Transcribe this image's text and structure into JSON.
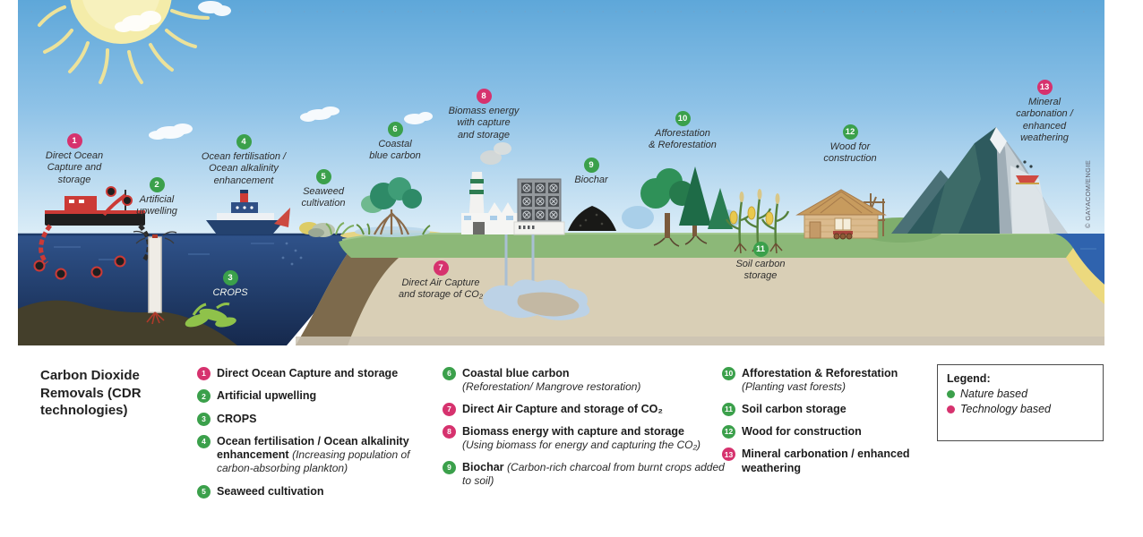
{
  "colors": {
    "nature": "#3BA04B",
    "technology": "#D6326E"
  },
  "scene": {
    "markers": [
      {
        "num": "1",
        "type": "technology",
        "label": "Direct Ocean\nCapture and\nstorage"
      },
      {
        "num": "2",
        "type": "nature",
        "label": "Artificial\nupwelling"
      },
      {
        "num": "3",
        "type": "nature",
        "label": "CROPS"
      },
      {
        "num": "4",
        "type": "nature",
        "label": "Ocean fertilisation /\nOcean alkalinity\nenhancement"
      },
      {
        "num": "5",
        "type": "nature",
        "label": "Seaweed\ncultivation"
      },
      {
        "num": "6",
        "type": "nature",
        "label": "Coastal\nblue carbon"
      },
      {
        "num": "7",
        "type": "technology",
        "label": "Direct Air Capture\nand storage of CO₂"
      },
      {
        "num": "8",
        "type": "technology",
        "label": "Biomass energy\nwith capture\nand storage"
      },
      {
        "num": "9",
        "type": "nature",
        "label": "Biochar"
      },
      {
        "num": "10",
        "type": "nature",
        "label": "Afforestation\n& Reforestation"
      },
      {
        "num": "11",
        "type": "nature",
        "label": "Soil carbon\nstorage"
      },
      {
        "num": "12",
        "type": "nature",
        "label": "Wood for\nconstruction"
      },
      {
        "num": "13",
        "type": "technology",
        "label": "Mineral\ncarbonation /\nenhanced\nweathering"
      }
    ],
    "copyright": "© GAYACOM/ENGIE"
  },
  "panel": {
    "heading": "Carbon Dioxide\nRemovals (CDR\ntechnologies)",
    "items": [
      {
        "num": "1",
        "type": "technology",
        "name": "Direct Ocean Capture and storage",
        "desc": ""
      },
      {
        "num": "2",
        "type": "nature",
        "name": "Artificial upwelling",
        "desc": ""
      },
      {
        "num": "3",
        "type": "nature",
        "name": "CROPS",
        "desc": ""
      },
      {
        "num": "4",
        "type": "nature",
        "name": "Ocean fertilisation / Ocean alkalinity enhancement",
        "desc": "(Increasing population of carbon-absorbing plankton)"
      },
      {
        "num": "5",
        "type": "nature",
        "name": "Seaweed cultivation",
        "desc": ""
      },
      {
        "num": "6",
        "type": "nature",
        "name": "Coastal blue carbon",
        "desc": "(Reforestation/ Mangrove restoration)"
      },
      {
        "num": "7",
        "type": "technology",
        "name": "Direct Air Capture and storage of CO₂",
        "desc": ""
      },
      {
        "num": "8",
        "type": "technology",
        "name": "Biomass energy with capture and storage",
        "desc": "(Using biomass for energy and capturing the CO₂)"
      },
      {
        "num": "9",
        "type": "nature",
        "name": "Biochar",
        "desc": "(Carbon-rich charcoal from burnt crops added to soil)"
      },
      {
        "num": "10",
        "type": "nature",
        "name": "Afforestation & Reforestation",
        "desc": "(Planting vast forests)"
      },
      {
        "num": "11",
        "type": "nature",
        "name": "Soil carbon storage",
        "desc": ""
      },
      {
        "num": "12",
        "type": "nature",
        "name": "Wood for construction",
        "desc": ""
      },
      {
        "num": "13",
        "type": "technology",
        "name": "Mineral carbonation / enhanced weathering",
        "desc": ""
      }
    ],
    "legend": {
      "title": "Legend:",
      "items": [
        {
          "label": "Nature based",
          "type": "nature"
        },
        {
          "label": "Technology based",
          "type": "technology"
        }
      ]
    }
  }
}
